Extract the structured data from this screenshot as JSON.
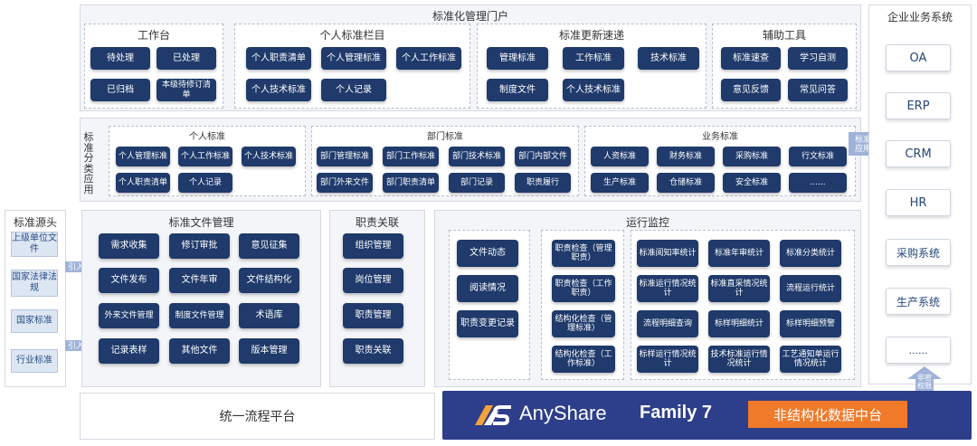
{
  "portal": {
    "title": "标准化管理门户",
    "workbench": {
      "title": "工作台",
      "items": [
        "待处理",
        "已处理",
        "已归档",
        "本级待修订清单"
      ]
    },
    "personal_column": {
      "title": "个人标准栏目",
      "items": [
        "个人职责清单",
        "个人管理标准",
        "个人工作标准",
        "个人技术标准",
        "个人记录"
      ]
    },
    "update_express": {
      "title": "标准更新速递",
      "items": [
        "管理标准",
        "工作标准",
        "技术标准",
        "制度文件",
        "个人技术标准"
      ]
    },
    "tools": {
      "title": "辅助工具",
      "items": [
        "标准速查",
        "学习自测",
        "意见反馈",
        "常见问答"
      ]
    }
  },
  "classification": {
    "label": "标准分类应用",
    "personal": {
      "title": "个人标准",
      "items": [
        "个人管理标准",
        "个人工作标准",
        "个人技术标准",
        "个人职责清单",
        "个人记录"
      ]
    },
    "department": {
      "title": "部门标准",
      "items": [
        "部门管理标准",
        "部门工作标准",
        "部门技术标准",
        "部门内部文件",
        "部门外来文件",
        "部门职责清单",
        "部门记录",
        "职责履行"
      ]
    },
    "business": {
      "title": "业务标准",
      "items": [
        "人资标准",
        "财务标准",
        "采购标准",
        "行文标准",
        "生产标准",
        "仓储标准",
        "安全标准",
        "......"
      ]
    }
  },
  "standard_app_arrow": "标准应用",
  "sources": {
    "title": "标准源头",
    "items": [
      "上级单位文件",
      "国家法律法规",
      "国家标准",
      "行业标准"
    ],
    "import_label": "引入"
  },
  "file_mgmt": {
    "title": "标准文件管理",
    "items": [
      "需求收集",
      "修订审批",
      "意见征集",
      "文件发布",
      "文件年审",
      "文件结构化",
      "外来文件管理",
      "制度文件管理",
      "术语库",
      "记录表样",
      "其他文件",
      "版本管理"
    ]
  },
  "duty": {
    "title": "职责关联",
    "items": [
      "组织管理",
      "岗位管理",
      "职责管理",
      "职责关联"
    ]
  },
  "monitor": {
    "title": "运行监控",
    "col1": [
      "文件动态",
      "阅读情况",
      "职责变更记录"
    ],
    "col2": [
      "职责检查（管理职责）",
      "职责检查（工作职责）",
      "结构化检查（管理标准）",
      "结构化检查（工作标准）"
    ],
    "grid": [
      "标准阅知率统计",
      "标准年审统计",
      "标准分类统计",
      "标准运行情况统计",
      "标准直采情况统计",
      "流程运行统计",
      "流程明细查询",
      "标样明细统计",
      "标样明细预警",
      "标样运行情况统计",
      "技术标准运行情况统计",
      "工艺通知单运行情况统计"
    ]
  },
  "enterprise": {
    "title": "企业业务系统",
    "items": [
      "OA",
      "ERP",
      "CRM",
      "HR",
      "采购系统",
      "生产系统",
      "......"
    ],
    "auth_arrow": "非密权限"
  },
  "platform": "统一流程平台",
  "brand": {
    "name": "AnyShare",
    "edition": "Family 7",
    "tagline": "非结构化数据中台"
  },
  "colors": {
    "button": "#1f3a6b",
    "brand_bg": "#2d3e8a",
    "tagline_bg": "#f07a2a",
    "arrow": "#9fb3d9"
  }
}
